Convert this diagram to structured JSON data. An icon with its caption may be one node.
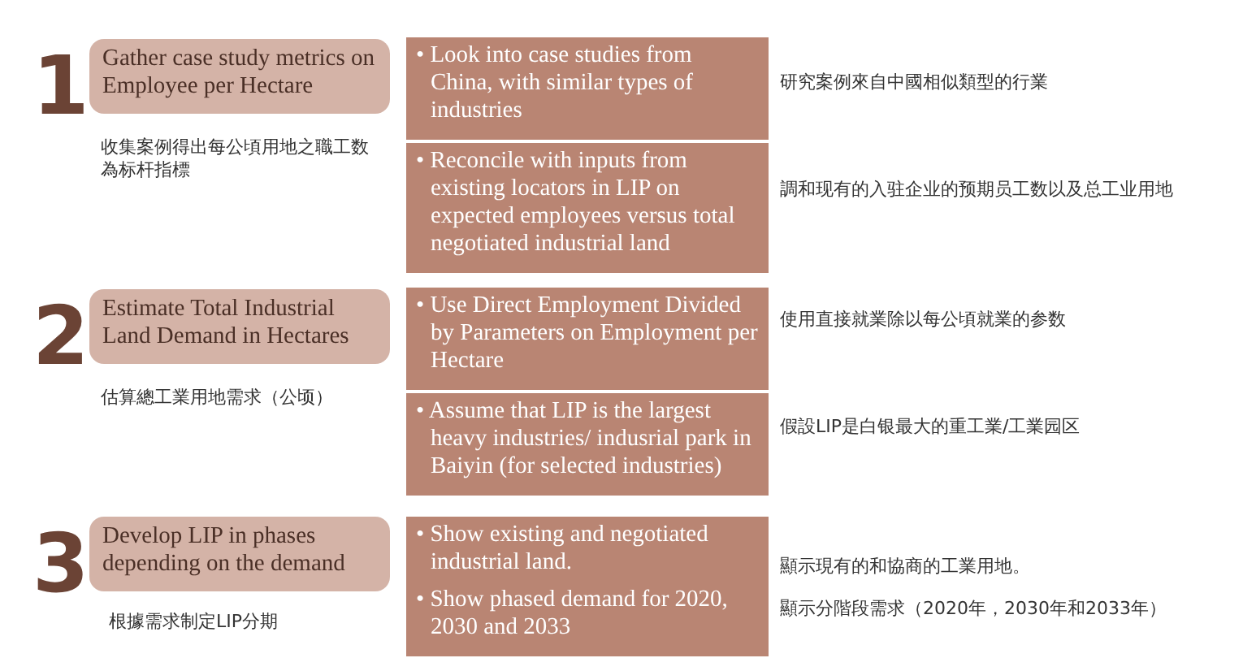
{
  "diagram": {
    "nodes": [
      {
        "text": [
          "Gather case study metrics on Employee per Hectare"
        ],
        "beside": [
          "1",
          "收集案例得出每公頃用地之職工数為标杆指標"
        ]
      },
      {
        "text": [
          "• Look into case studies from China, with similar types of industries"
        ],
        "beside": [
          "研究案例來自中國相似類型的行業"
        ]
      },
      {
        "text": [
          "• Reconcile with inputs from existing locators in LIP on expected employees versus total negotiated industrial land"
        ],
        "beside": [
          "調和现有的入驻企业的预期员工数以及总工业用地"
        ]
      },
      {
        "text": [
          "Estimate Total Industrial Land Demand in Hectares"
        ],
        "beside": [
          "2",
          "估算總工業用地需求（公顷）"
        ]
      },
      {
        "text": [
          "• Use Direct Employment Divided by Parameters on Employment per Hectare"
        ],
        "beside": [
          "使用直接就業除以每公頃就業的参数"
        ]
      },
      {
        "text": [
          "• Assume that LIP is the largest heavy industries/ indusrial park in Baiyin (for selected industries)"
        ],
        "beside": [
          "假設LIP是白银最大的重工業/工業园区"
        ]
      },
      {
        "text": [
          "Develop LIP in phases depending on the demand"
        ],
        "beside": [
          "3",
          "根據需求制定LIP分期"
        ]
      },
      {
        "text": [
          "• Show existing and negotiated industrial land.",
          "• Show phased demand for 2020, 2030 and 2033"
        ],
        "beside": [
          "顯示現有的和協商的工業用地。",
          "顯示分階段需求（2020年，2030年和2033年）"
        ]
      }
    ]
  }
}
